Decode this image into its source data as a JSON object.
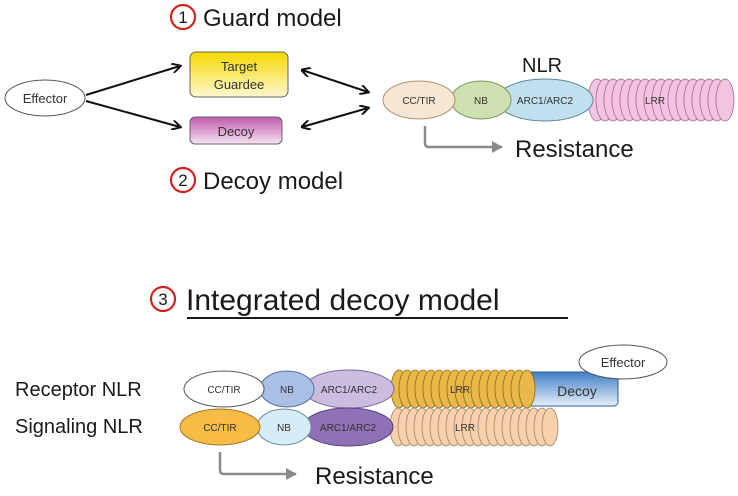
{
  "models": {
    "guard": {
      "number": "1",
      "title": "Guard model"
    },
    "decoy": {
      "number": "2",
      "title": "Decoy model"
    },
    "integrated": {
      "number": "3",
      "title": "Integrated decoy model"
    }
  },
  "top": {
    "effector": "Effector",
    "target_line1": "Target",
    "target_line2": "Guardee",
    "decoy": "Decoy",
    "nlr_label": "NLR",
    "domains": {
      "cc_tir": "CC/TIR",
      "nb": "NB",
      "arc": "ARC1/ARC2",
      "lrr": "LRR"
    },
    "resistance": "Resistance"
  },
  "bottom": {
    "receptor_label": "Receptor NLR",
    "signaling_label": "Signaling NLR",
    "effector": "Effector",
    "receptor_domains": {
      "cc_tir": "CC/TIR",
      "nb": "NB",
      "arc": "ARC1/ARC2",
      "lrr": "LRR",
      "decoy": "Decoy"
    },
    "signaling_domains": {
      "cc_tir": "CC/TIR",
      "nb": "NB",
      "arc": "ARC1/ARC2",
      "lrr": "LRR"
    },
    "resistance": "Resistance"
  },
  "colors": {
    "marker_red": "#d42020",
    "arrow_gray": "#8a8a8a",
    "cc_tir": "#f8e6d4",
    "nb": "#cfe0b0",
    "arc": "#bfe0ec",
    "lrr": "#f3c4e0",
    "target_top": "#f7e21b",
    "decoy_top": "#c66ab4",
    "r_nb": "#a9c0e4",
    "r_arc": "#cbbde0",
    "r_lrr": "#e8b94a",
    "r_decoy": "#4a88cc",
    "s_cc": "#f6bc45",
    "s_nb": "#d6ecf6",
    "s_arc": "#8f71b6",
    "s_lrr": "#f8d0ae"
  }
}
